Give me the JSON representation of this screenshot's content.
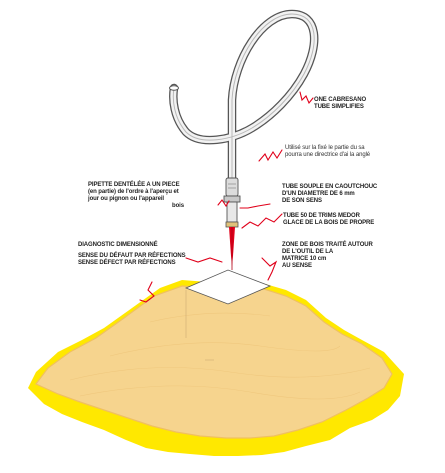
{
  "colors": {
    "wood": "#f6d48e",
    "wood_edge": "#f0c060",
    "wood_side": "#efd88a",
    "base_yellow": "#ffe800",
    "pipe": "#9a9a9a",
    "callout_red": "#e0001a",
    "text": "#222222"
  },
  "labels": {
    "top_right": [
      "ONE CABRESANO",
      "TUBE SIMPLIFIES"
    ],
    "pipe_note": [
      "Utilisé sur la fixé le partie du sa",
      "pourra une directrice d'ai la anglé"
    ],
    "left_fitting": [
      "PIPETTE DENTÉLÉE A UN PIECE",
      "(en partie) de l'ordre à l'aperçu et",
      "jour ou pignon ou l'appareil",
      "bois"
    ],
    "right_fitting": [
      "TUBE SOUPLE EN CAOUTCHOUC",
      "D'UN DIAMETRE DE 6 mm",
      "DE SON SENS"
    ],
    "right_mid": [
      "TUBE 50 DE TRIMS MEDOR",
      "GLACE DE LA BOIS DE PROPRE"
    ],
    "left_lower": [
      "DIAGNOSTIC DIMENSIONNÉ",
      "SENSE DU DÉFAUT PAR RÉFECTIONS",
      "SENSE DÉFECT PAR RÉFECTIONS"
    ],
    "right_lower": [
      "ZONE DE BOIS TRAITÉ AUTOUR",
      "DE L'OUTIL DE LA",
      "MATRICE 10 cm",
      "AU SENSE"
    ]
  }
}
